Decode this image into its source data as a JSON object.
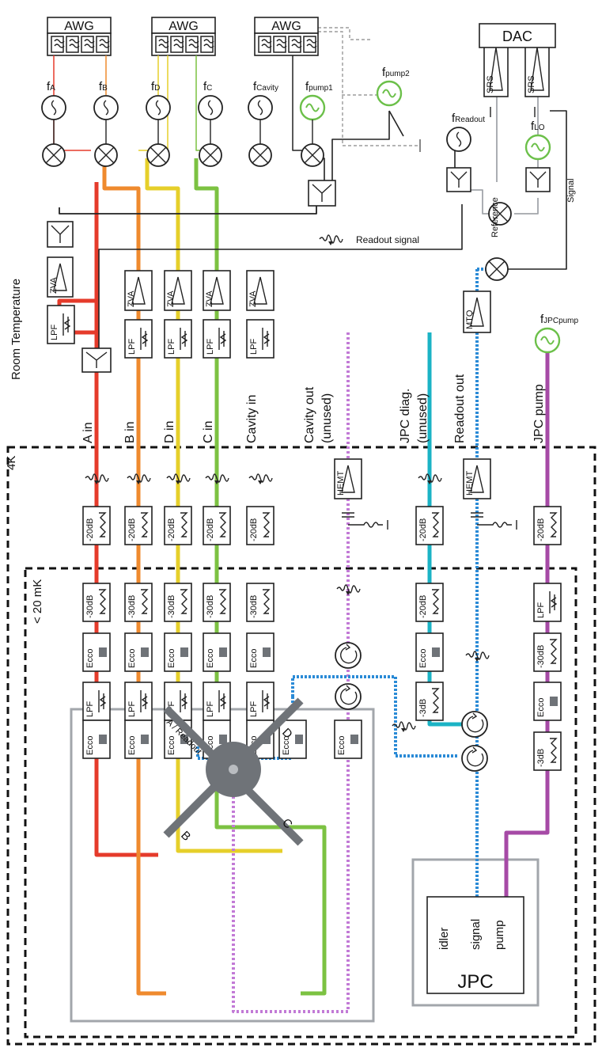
{
  "colors": {
    "A": "#e53b2b",
    "B": "#ef8a2e",
    "D": "#e6cf2a",
    "C": "#7cc242",
    "Cavity": "#1bb3c5",
    "Readout": "#2a8ad6",
    "pump": "#a64aa6",
    "cavityout": "#c27ad6",
    "green": "#6cc04a",
    "black": "#222222",
    "gray": "#a2a6ab"
  },
  "labels": {
    "awg": "AWG",
    "dac": "DAC",
    "srs": "SRS",
    "zva": "ZVA",
    "lpf": "LPF",
    "ecco": "Ecco",
    "hemt": "HEMT",
    "mtq": "MTQ",
    "att20": "-20dB",
    "att30": "-30dB",
    "att3": "-3dB",
    "reference": "Reference",
    "signal_line": "Signal",
    "readout_signal": "Readout signal",
    "room_temperature": "Room Temperature",
    "stage_4k": "4K",
    "stage_20mk": "< 20 mK",
    "jpc": "JPC",
    "idler": "idler",
    "signal_port": "signal",
    "pump_port": "pump",
    "arm_a": "A / Readout",
    "arm_b": "B",
    "arm_c": "C",
    "arm_d": "D"
  },
  "generators": [
    {
      "base": "f",
      "sub": "A"
    },
    {
      "base": "f",
      "sub": "B"
    },
    {
      "base": "f",
      "sub": "D"
    },
    {
      "base": "f",
      "sub": "C"
    },
    {
      "base": "f",
      "sub": "Cavity"
    },
    {
      "base": "f",
      "sub": "pump1"
    },
    {
      "base": "f",
      "sub": "pump2"
    },
    {
      "base": "f",
      "sub": "Readout"
    },
    {
      "base": "f",
      "sub": "LO"
    },
    {
      "base": "f",
      "sub": "JPCpump"
    }
  ],
  "lines": [
    {
      "key": "A",
      "label": "A in"
    },
    {
      "key": "B",
      "label": "B in"
    },
    {
      "key": "D",
      "label": "D in"
    },
    {
      "key": "C",
      "label": "C in"
    },
    {
      "key": "Cavity",
      "label": "Cavity in"
    },
    {
      "key": "cavityout",
      "label": "Cavity out (unused)",
      "l1": "Cavity out",
      "l2": "(unused)"
    },
    {
      "key": "jpcdiag",
      "label": "JPC diag. (unused)",
      "l1": "JPC diag.",
      "l2": "(unused)"
    },
    {
      "key": "Readout",
      "label": "Readout out"
    },
    {
      "key": "pump",
      "label": "JPC pump"
    }
  ]
}
